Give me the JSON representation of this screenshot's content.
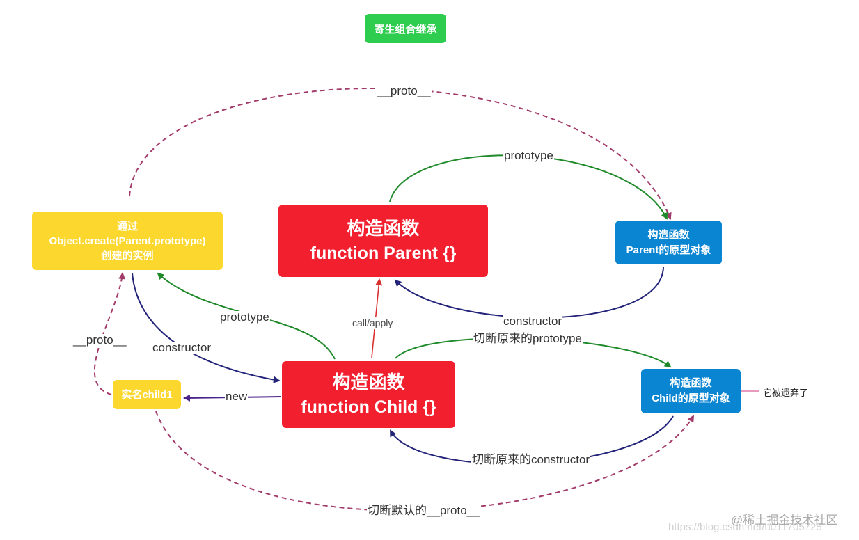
{
  "diagram": {
    "title": "寄生组合继承",
    "nodes": {
      "parent_ctor": {
        "line1": "构造函数",
        "line2": "function Parent {}"
      },
      "child_ctor": {
        "line1": "构造函数",
        "line2": "function Child {}"
      },
      "parent_proto": {
        "line1": "构造函数",
        "line2": "Parent的原型对象"
      },
      "child_proto": {
        "line1": "构造函数",
        "line2": "Child的原型对象"
      },
      "object_create": {
        "line1": "通过",
        "line2": "Object.create(Parent.prototype)",
        "line3": "创建的实例"
      },
      "instance": {
        "label": "实名child1"
      }
    },
    "edges": {
      "proto_top": "__proto__",
      "parent_prototype": "prototype",
      "parent_constructor": "constructor",
      "child_prototype": "prototype",
      "child_constructor": "constructor",
      "call_apply": "call/apply",
      "new": "new",
      "proto_left": "__proto__",
      "cut_prototype": "切断原来的prototype",
      "cut_constructor": "切断原来的constructor",
      "cut_default_proto": "切断默认的__proto__"
    },
    "note": "它被遗弃了"
  },
  "watermark": {
    "text": "@稀土掘金技术社区",
    "url": "https://blog.csdn.net/u011705725"
  },
  "colors": {
    "green_box": "#2ecc4f",
    "red_box": "#f21f2f",
    "blue_box": "#0a85d1",
    "yellow_box": "#fcd72e",
    "proto_link": "#a23a6a",
    "prototype_link": "#1f8a2a",
    "constructor_link": "#23237a",
    "call_link": "#d93030",
    "new_link": "#4a238a"
  }
}
